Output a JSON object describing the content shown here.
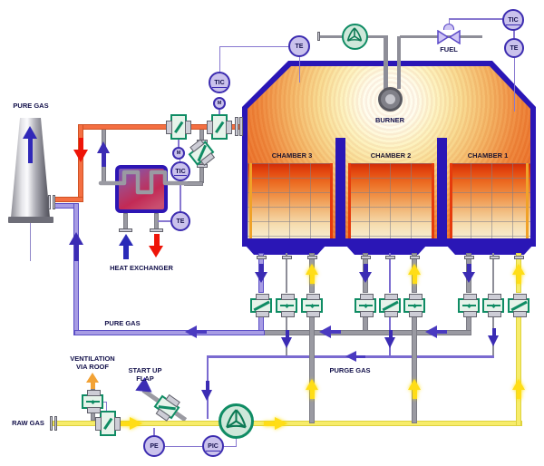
{
  "diagram": {
    "type": "process-flow-diagram",
    "title": "Regenerative thermal oxidizer with three chambers, heat exchanger and stack",
    "labels": {
      "pure_gas": "PURE GAS",
      "raw_gas": "RAW GAS",
      "purge_gas": "PURGE GAS",
      "heat_exchanger": "HEAT EXCHANGER",
      "ventilation_line1": "VENTILATION",
      "ventilation_line2": "VIA ROOF",
      "startup_line1": "START UP",
      "startup_line2": "FLAP",
      "burner": "BURNER",
      "fuel": "FUEL"
    },
    "chambers": [
      "CHAMBER 3",
      "CHAMBER 2",
      "CHAMBER 1"
    ],
    "instrument_tags": {
      "te": "TE",
      "tic": "TIC",
      "m": "M",
      "pe": "PE",
      "pic": "PIC"
    },
    "colors": {
      "furnace_border": "#2a16b6",
      "pipe_gray": "#9a9aa2",
      "pipe_purple": "#a79ce4",
      "pipe_yellow": "#f7ec6a",
      "pipe_orange": "#f46f42",
      "arrow_blue": "#3b2cb4",
      "arrow_red": "#ee1408",
      "arrow_yellow": "#ffdd17",
      "arrow_vent_orange": "#f2a235",
      "valve_green": "#0f8c64",
      "instrument_fill": "#cac2ec"
    }
  }
}
